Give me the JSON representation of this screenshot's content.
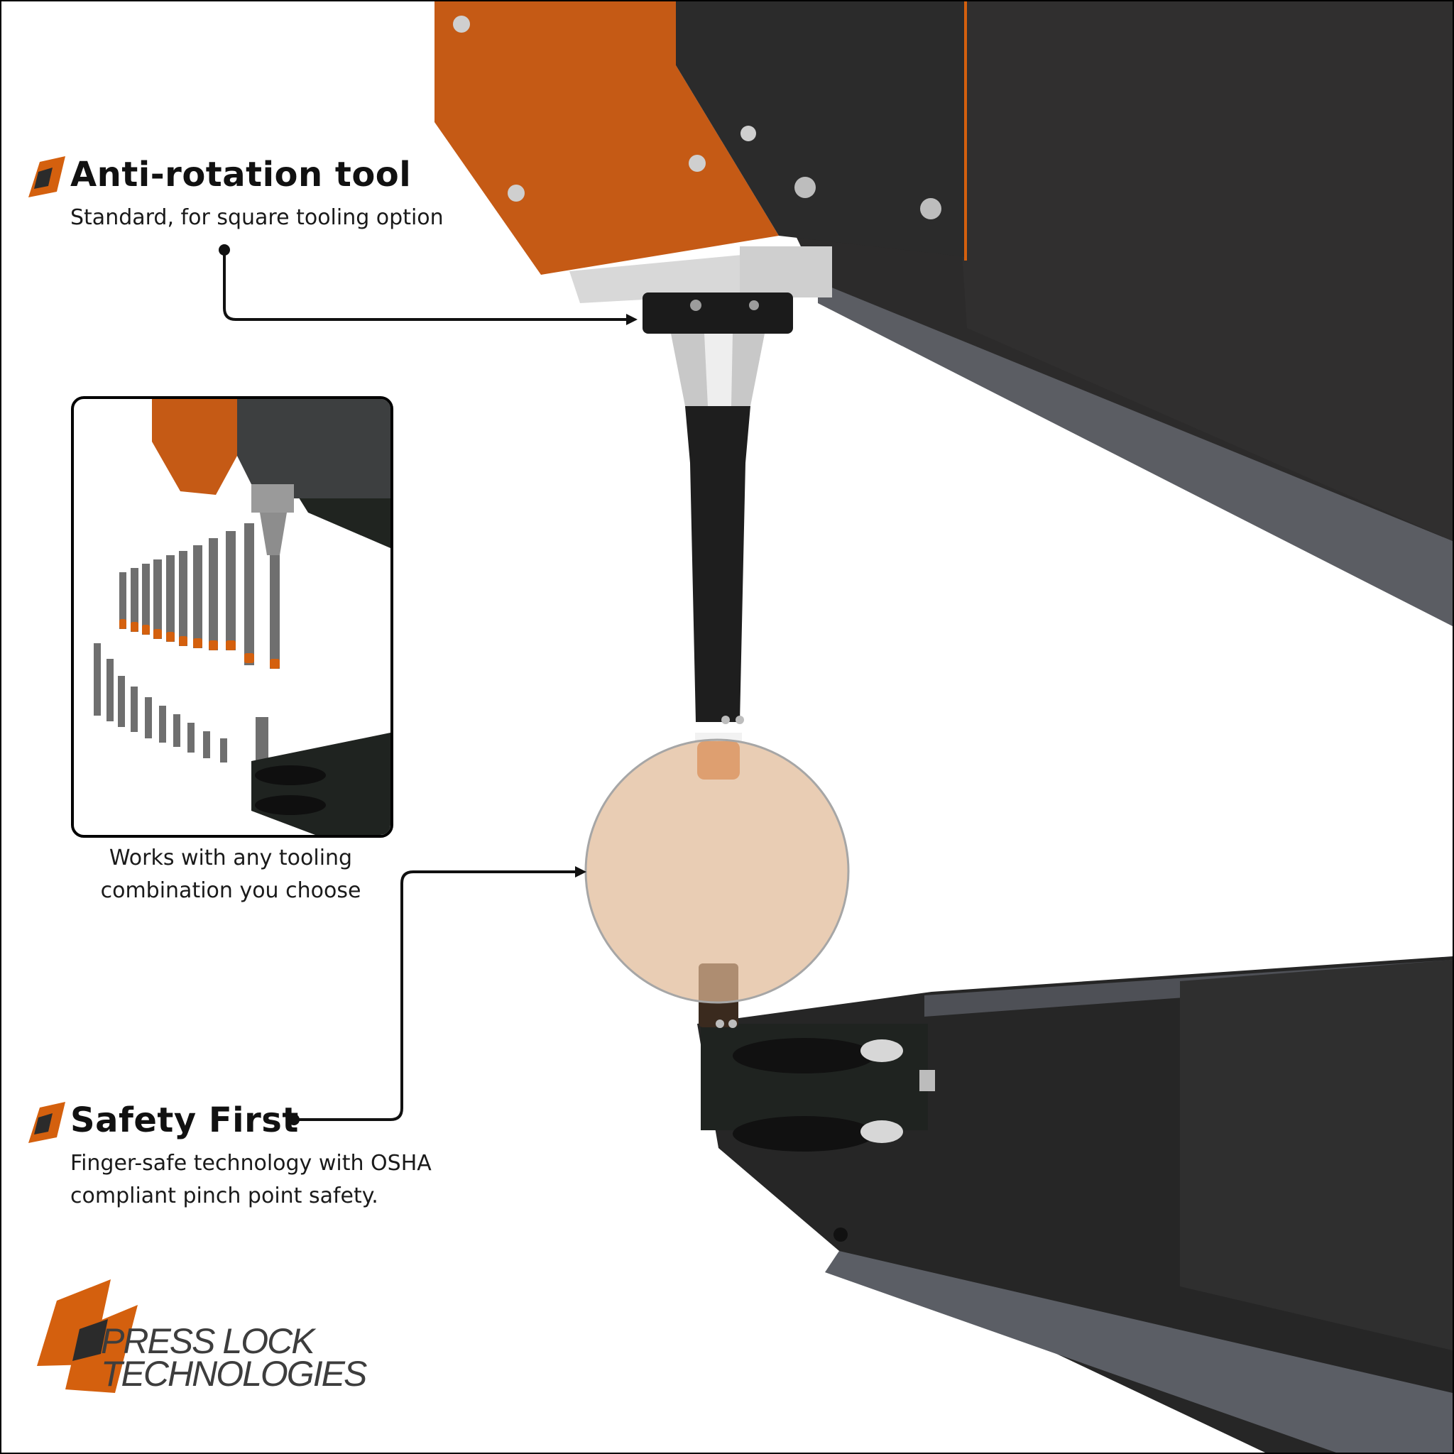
{
  "callouts": {
    "anti_rotation": {
      "title": "Anti-rotation tool",
      "subtitle": "Standard, for square tooling option"
    },
    "tooling": {
      "caption_line1": "Works with any tooling",
      "caption_line2": "combination you choose"
    },
    "safety": {
      "title": "Safety First",
      "subtitle_line1": "Finger-safe technology with OSHA",
      "subtitle_line2": "compliant pinch point safety."
    }
  },
  "logo": {
    "line1": "PRESS LOCK",
    "line2": "TECHNOLOGIES",
    "icon": "press-lock-logo-mark"
  },
  "colors": {
    "brand_orange": "#d4600e",
    "machine_dark": "#2b2b2b",
    "highlight_circle": "#e7c8ae",
    "text": "#111111"
  }
}
